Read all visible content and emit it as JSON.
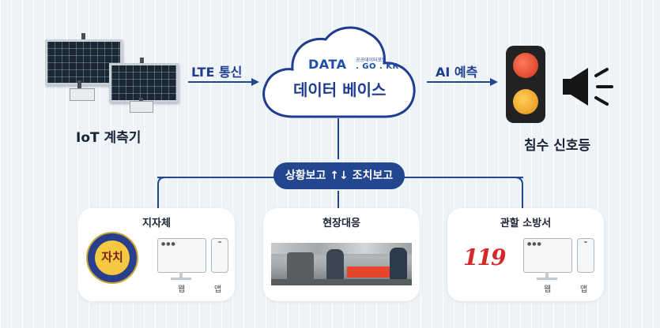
{
  "iot": {
    "caption": "IoT 계측기"
  },
  "arrows": {
    "lte_label": "LTE 통신",
    "ai_label": "AI 예측"
  },
  "cloud": {
    "logo_text": "DATA",
    "logo_domain": ". GO . KR",
    "logo_sub": "공공데이터포털",
    "title": "데이터 베이스"
  },
  "signal": {
    "caption": "침수 신호등"
  },
  "hub": {
    "label": "상황보고 ↑↓ 조치보고"
  },
  "cards": {
    "local_gov": {
      "title": "지자체",
      "emblem_text": "자치",
      "web_label": "웹",
      "app_label": "앱"
    },
    "field": {
      "title": "현장대응"
    },
    "fire": {
      "title": "관할 소방서",
      "logo_text": "119",
      "web_label": "웹",
      "app_label": "앱"
    }
  },
  "colors": {
    "navy": "#22478f",
    "light_red": "#e8432d",
    "light_amber": "#f6a821",
    "signal_body": "#222222"
  }
}
